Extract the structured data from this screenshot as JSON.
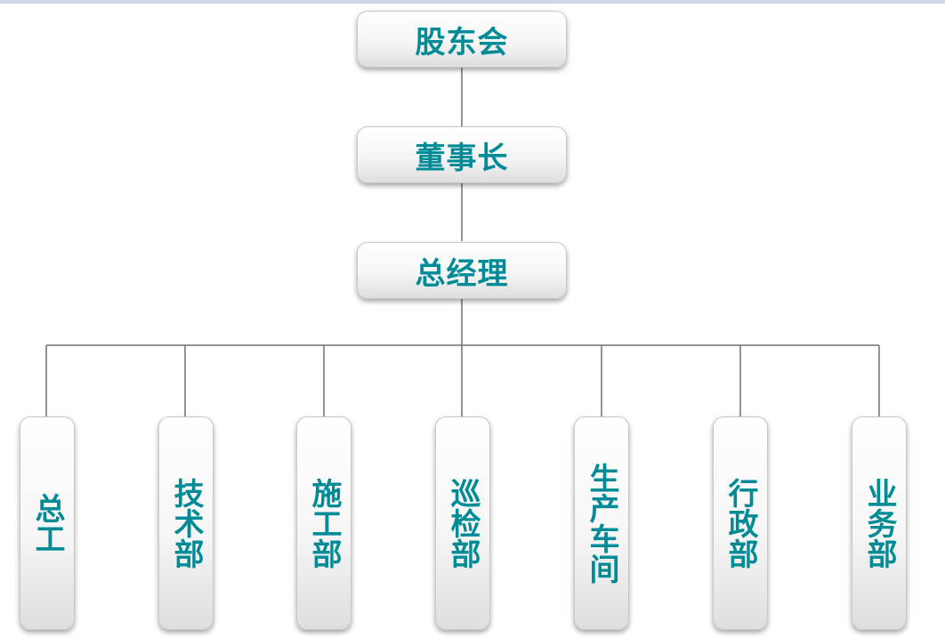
{
  "org_chart": {
    "top_levels": [
      {
        "id": "shareholders",
        "label": "股东会"
      },
      {
        "id": "chairman",
        "label": "董事长"
      },
      {
        "id": "general_manager",
        "label": "总经理"
      }
    ],
    "departments": [
      {
        "id": "chief_engineer",
        "label": "总工"
      },
      {
        "id": "technical",
        "label": "技术部"
      },
      {
        "id": "construction",
        "label": "施工部"
      },
      {
        "id": "inspection",
        "label": "巡检部"
      },
      {
        "id": "production",
        "label": "生产车间"
      },
      {
        "id": "administration",
        "label": "行政部"
      },
      {
        "id": "business",
        "label": "业务部"
      }
    ]
  },
  "colors": {
    "text": "#008b96",
    "connector": "#707070",
    "box_border": "#c8c8c8"
  }
}
